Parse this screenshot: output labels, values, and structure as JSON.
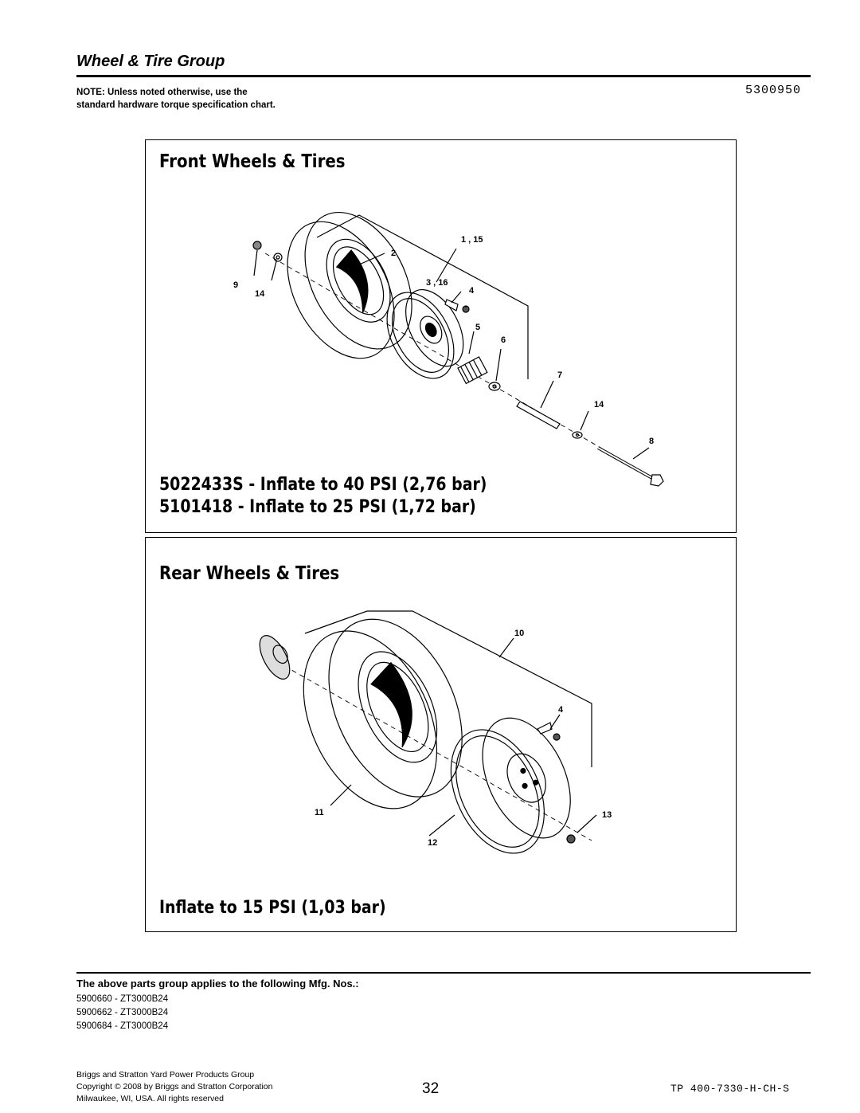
{
  "header": {
    "section_title": "Wheel & Tire Group",
    "note": "NOTE: Unless noted otherwise, use the standard hardware torque specification chart.",
    "doc_code": "5300950"
  },
  "front_panel": {
    "heading": "Front Wheels & Tires",
    "callouts": [
      "9",
      "14",
      "2",
      "1 , 15",
      "3 , 16",
      "4",
      "5",
      "6",
      "7",
      "14",
      "8"
    ],
    "inflate_line_1": "5022433S - Inflate to 40 PSI (2,76 bar)",
    "inflate_line_2": "5101418 - Inflate to 25 PSI (1,72 bar)"
  },
  "rear_panel": {
    "heading": "Rear Wheels & Tires",
    "callouts": [
      "10",
      "4",
      "11",
      "13",
      "12"
    ],
    "inflate": "Inflate to 15 PSI (1,03 bar)"
  },
  "applies": {
    "heading": "The above parts group applies to the following Mfg. Nos.:",
    "mfg_numbers": [
      "5900660 - ZT3000B24",
      "5900662 - ZT3000B24",
      "5900684 - ZT3000B24"
    ]
  },
  "footer": {
    "company": "Briggs and Stratton Yard Power Products Group",
    "copyright": "Copyright © 2008 by Briggs and Stratton Corporation",
    "address": "Milwaukee, WI, USA. All rights reserved",
    "page_number": "32",
    "doc_number": "TP 400-7330-H-CH-S"
  }
}
